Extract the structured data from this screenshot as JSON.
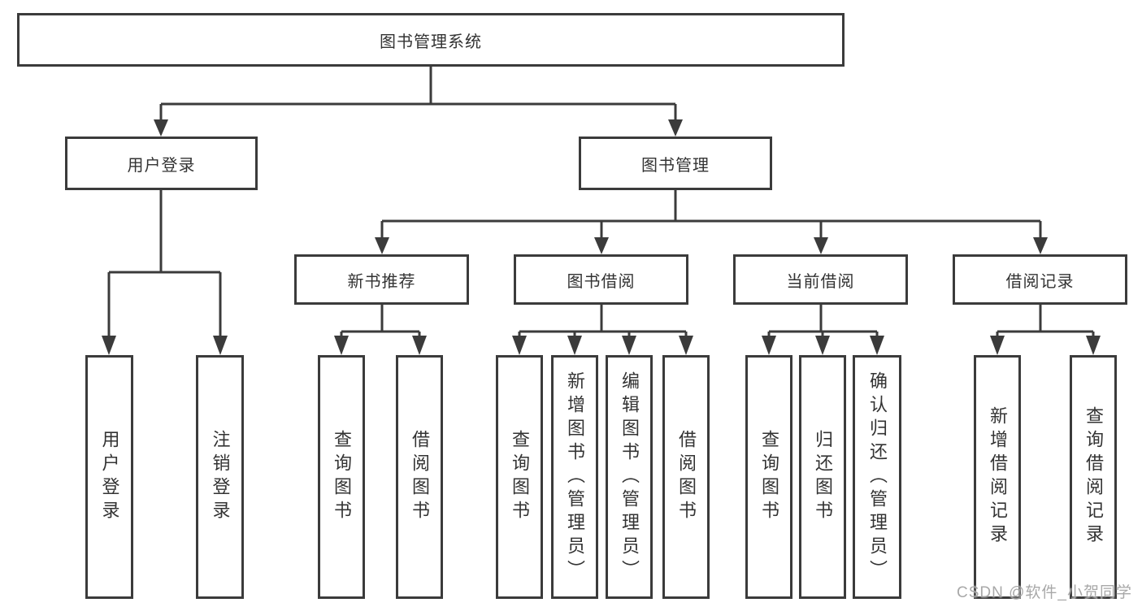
{
  "root": {
    "label": "图书管理系统"
  },
  "branches": {
    "user_login": {
      "label": "用户登录",
      "children": [
        "用户登录",
        "注销登录"
      ]
    },
    "book_management": {
      "label": "图书管理",
      "sections": {
        "new_book_recommend": {
          "label": "新书推荐",
          "children": [
            "查询图书",
            "借阅图书"
          ]
        },
        "book_borrow": {
          "label": "图书借阅",
          "children": [
            "查询图书",
            "新增图书（管理员）",
            "编辑图书（管理员）",
            "借阅图书"
          ]
        },
        "current_borrow": {
          "label": "当前借阅",
          "children": [
            "查询图书",
            "归还图书",
            "确认归还（管理员）"
          ]
        },
        "borrow_record": {
          "label": "借阅记录",
          "children": [
            "新增借阅记录",
            "查询借阅记录"
          ]
        }
      }
    }
  },
  "watermark": "CSDN @软件_小贺同学",
  "colors": {
    "line": "#3b3b3b",
    "text": "#333333",
    "box_fill": "#ffffff",
    "watermark": "#9e9e9e",
    "background": "#ffffff"
  }
}
